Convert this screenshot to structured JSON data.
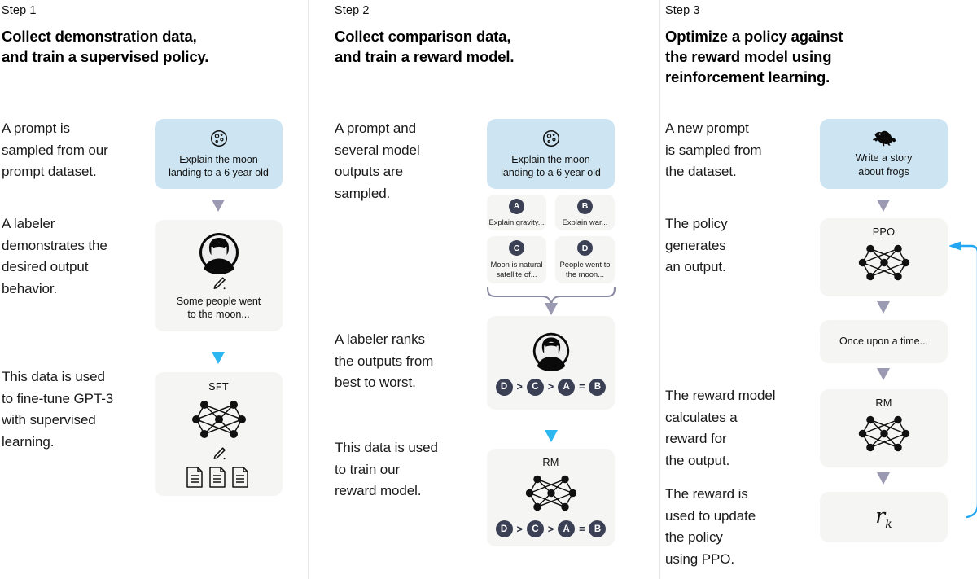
{
  "diagram": {
    "title": "RLHF three-step training process",
    "colors": {
      "prompt_blue": "#cde5f2",
      "card_gray": "#f5f5f4",
      "arrow_gray": "#9a9ab3",
      "arrow_blue": "#2cb7f0",
      "badge_navy": "#3b4055",
      "divider": "#e6e6e6"
    }
  },
  "steps": [
    {
      "label": "Step 1",
      "title_line1": "Collect demonstration data,",
      "title_line2": "and train a supervised policy.",
      "annotations": [
        "A prompt is\nsampled from our\nprompt dataset.",
        "A labeler\ndemonstrates the\ndesired output\nbehavior.",
        "This data is used\nto fine-tune GPT-3\nwith supervised\nlearning."
      ],
      "cards": {
        "prompt": {
          "icon": "moon-icon",
          "caption_line1": "Explain the moon",
          "caption_line2": "landing to a 6 year old"
        },
        "labeler": {
          "icon": "person-icon",
          "pencil": "pencil-icon",
          "caption_line1": "Some people went",
          "caption_line2": "to the moon..."
        },
        "sft": {
          "title": "SFT",
          "icon": "neural-network-icon",
          "pencil": "pencil-icon",
          "docs": "documents-icon"
        }
      }
    },
    {
      "label": "Step 2",
      "title_line1": "Collect comparison data,",
      "title_line2": "and train a reward model.",
      "annotations": [
        "A prompt and\nseveral model\noutputs are\nsampled.",
        "A labeler ranks\nthe outputs from\nbest to worst.",
        "This data is used\nto train our\nreward model."
      ],
      "cards": {
        "prompt": {
          "icon": "moon-icon",
          "caption_line1": "Explain the moon",
          "caption_line2": "landing to a 6 year old"
        },
        "outputs": [
          {
            "letter": "A",
            "text": "Explain gravity..."
          },
          {
            "letter": "B",
            "text": "Explain war..."
          },
          {
            "letter": "C",
            "text": "Moon is natural\nsatellite of..."
          },
          {
            "letter": "D",
            "text": "People went to\nthe moon..."
          }
        ],
        "labeler_rank": {
          "icon": "person-icon",
          "ranking": [
            "D",
            ">",
            "C",
            ">",
            "A",
            "=",
            "B"
          ]
        },
        "rm": {
          "title": "RM",
          "icon": "neural-network-icon",
          "ranking": [
            "D",
            ">",
            "C",
            ">",
            "A",
            "=",
            "B"
          ]
        }
      }
    },
    {
      "label": "Step 3",
      "title_line1": "Optimize a policy against",
      "title_line2": "the reward model using",
      "title_line3": "reinforcement learning.",
      "annotations": [
        "A new prompt\nis sampled from\nthe dataset.",
        "The policy\ngenerates\nan output.",
        "The reward model\ncalculates a\nreward for\nthe output.",
        "The reward is\nused to update\nthe policy\nusing PPO."
      ],
      "cards": {
        "prompt": {
          "icon": "frog-icon",
          "caption_line1": "Write a story",
          "caption_line2": "about frogs"
        },
        "ppo": {
          "title": "PPO",
          "icon": "neural-network-icon"
        },
        "output": {
          "text": "Once upon a time..."
        },
        "rm": {
          "title": "RM",
          "icon": "neural-network-icon"
        },
        "reward": {
          "symbol": "r",
          "subscript": "k"
        }
      }
    }
  ]
}
